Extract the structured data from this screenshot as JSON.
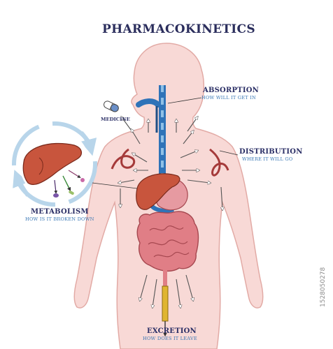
{
  "title": "PHARMACOKINETICS",
  "labels": {
    "absorption": {
      "title": "ABSORPTION",
      "subtitle": "HOW WILL IT GET IN"
    },
    "distribution": {
      "title": "DISTRIBUTION",
      "subtitle": "WHERE IT WILL GO"
    },
    "metabolism": {
      "title": "METABOLISM",
      "subtitle": "HOW IS IT BROKEN DOWN"
    },
    "excretion": {
      "title": "EXCRETION",
      "subtitle": "HOW DOES IT LEAVE"
    },
    "medicine": "MEDICINE"
  },
  "watermark_id": "1528050278",
  "colors": {
    "body_fill": "#f8d9d6",
    "body_stroke": "#e2aaa5",
    "text_dark": "#2b2f66",
    "text_blue": "#3a78b5",
    "tract_blue": "#2f73b8",
    "liver": "#c8553d",
    "intestine": "#e07e86",
    "cycle_arrows": "#b8d5ea"
  }
}
